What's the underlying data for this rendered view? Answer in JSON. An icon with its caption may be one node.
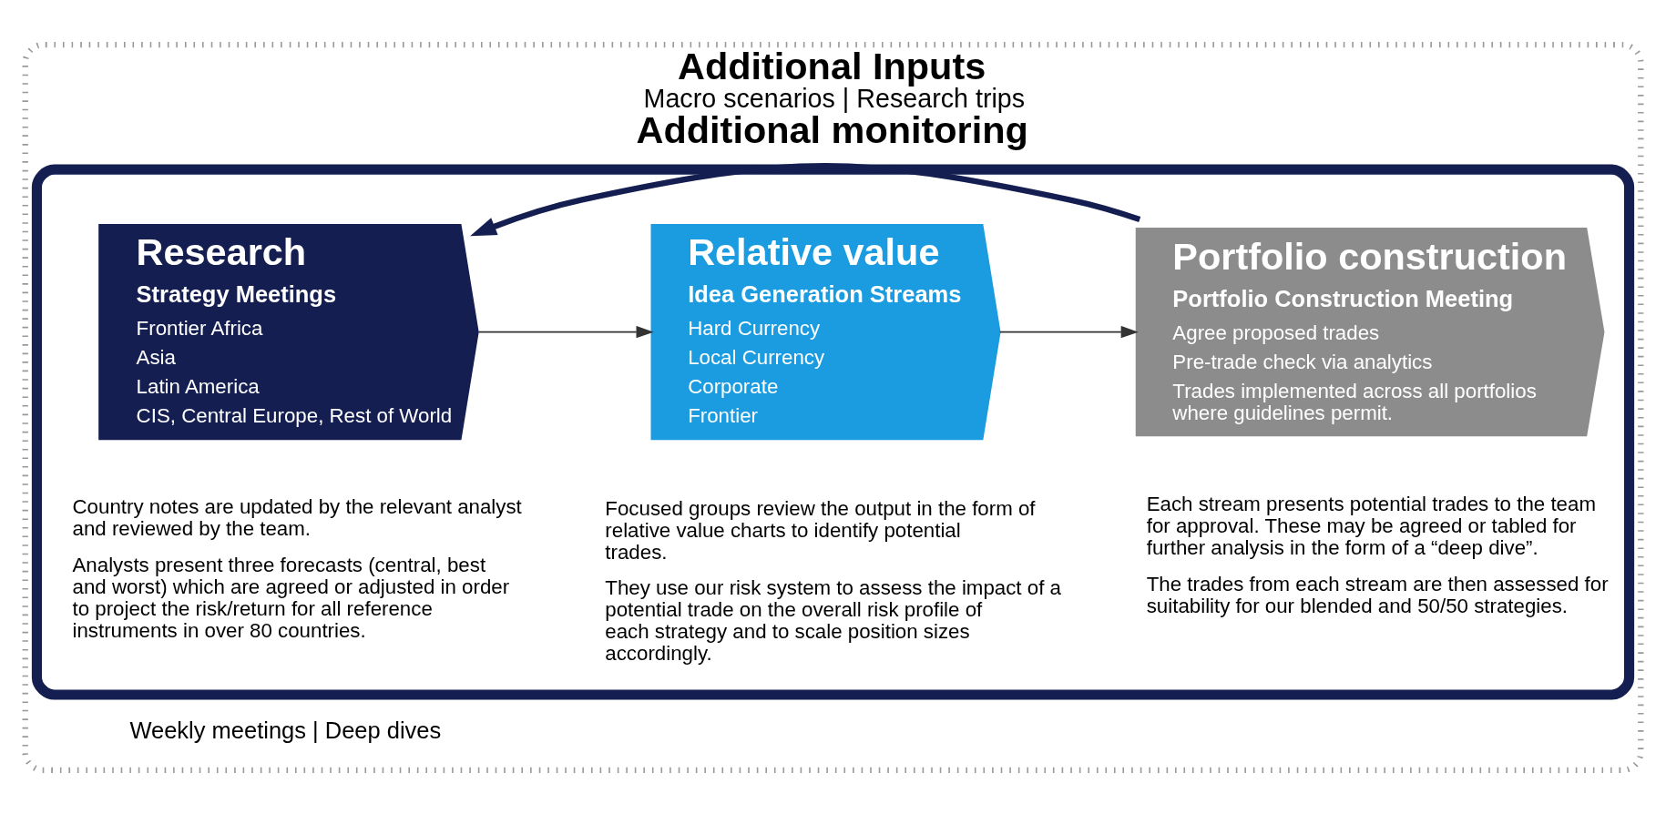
{
  "diagram": {
    "nodes": [
      {
        "text": [
          "Additional Inputs",
          "Macro scenarios | Research trips",
          "Additional monitoring"
        ],
        "beside": [
          "Weekly meetings | Deep dives"
        ]
      },
      {
        "text": [],
        "shape": "box",
        "in": 0
      },
      {
        "text": [
          "Research",
          "Strategy Meetings",
          "Frontier Africa",
          "Asia",
          "Latin America",
          "CIS, Central Europe, Rest of World"
        ],
        "in": 1,
        "beside": [
          "Country notes are updated by the relevant analyst and reviewed by the team.",
          "Analysts present three forecasts (central, best and worst) which are agreed or adjusted in order to project the risk/return for all reference instruments in over 80 countries."
        ]
      },
      {
        "text": [
          "Relative value",
          "Idea Generation Streams",
          "Hard Currency",
          "Local Currency",
          "Corporate",
          "Frontier"
        ],
        "in": 1,
        "beside": [
          "Focused groups review the output in the form of relative value charts to identify potential trades.",
          "They use our risk system to assess the impact of a potential trade on the overall risk profile of each strategy and to scale position sizes accordingly."
        ]
      },
      {
        "text": [
          "Portfolio construction",
          "Portfolio Construction Meeting",
          "Agree proposed trades",
          "Pre-trade check via analytics",
          "Trades implemented across all portfolios where guidelines permit."
        ],
        "in": 1,
        "beside": [
          "Each stream presents potential trades to the team for approval. These may be agreed or tabled for further analysis in the form of a “deep dive”.",
          "The trades from each stream are then assessed for suitability for our blended and 50/50 strategies."
        ]
      }
    ],
    "edges": [
      {
        "from": 2,
        "to": 3,
        "arrow": "to"
      },
      {
        "from": 3,
        "to": 4,
        "arrow": "to"
      },
      {
        "from": 4,
        "to": 2,
        "arrow": "to",
        "style": "thick",
        "color": "#141e50"
      }
    ]
  }
}
